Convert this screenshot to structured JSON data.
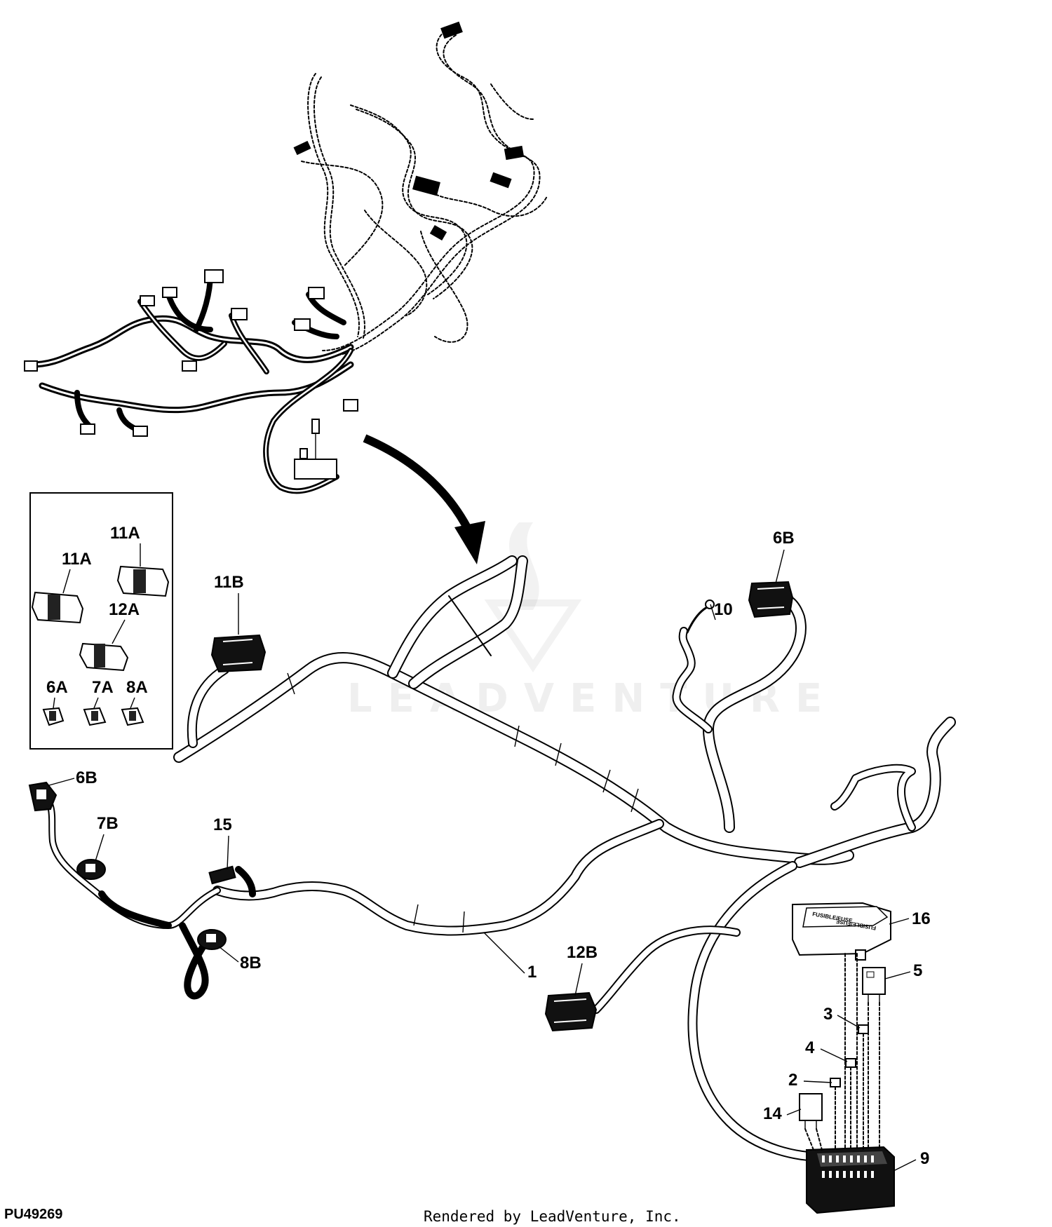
{
  "figure": {
    "id": "PU49269",
    "credit": "Rendered by LeadVenture, Inc.",
    "watermark": "LEADVENTURE"
  },
  "inset_labels": [
    "11A",
    "11A",
    "12A",
    "6A",
    "7A",
    "8A"
  ],
  "callouts": {
    "c11B": "11B",
    "c6B_top": "6B",
    "c10": "10",
    "c6B_left": "6B",
    "c7B": "7B",
    "c15": "15",
    "c8B": "8B",
    "c1": "1",
    "c12B": "12B",
    "c16": "16",
    "c5": "5",
    "c3": "3",
    "c4": "4",
    "c2": "2",
    "c14": "14",
    "c9": "9"
  },
  "fuse_box_text": "FUSIBLE/FUSE"
}
